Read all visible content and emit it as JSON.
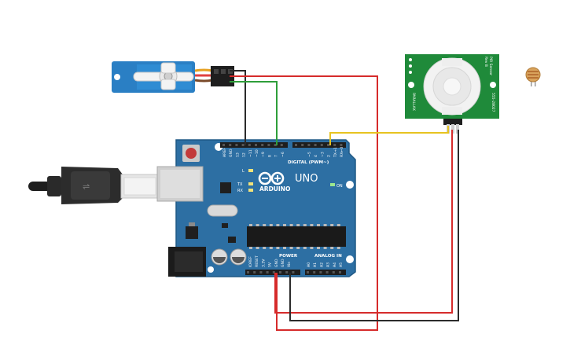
{
  "board": {
    "brand": "ARDUINO",
    "model": "UNO",
    "digital_label": "DIGITAL (PWM~)",
    "power_label": "POWER",
    "analog_label": "ANALOG IN",
    "on_label": "ON",
    "l_label": "L",
    "tx_label": "TX",
    "rx_label": "RX",
    "top_pins": [
      "AREF",
      "GND",
      "13",
      "12",
      "~11",
      "~10",
      "~9",
      "8",
      "7",
      "~6",
      "~5",
      "4",
      "~3",
      "2",
      "TX→1",
      "RX←0"
    ],
    "power_pins": [
      "IOREF",
      "RESET",
      "3.3V",
      "5V",
      "GND",
      "GND",
      "Vin"
    ],
    "analog_pins": [
      "A0",
      "A1",
      "A2",
      "A3",
      "A4",
      "A5"
    ]
  },
  "pir": {
    "label_right_1": "PIR Sensor",
    "label_right_2": "Rev B",
    "label_right_3": "555-28027",
    "label_left": "PARALLAX"
  },
  "colors": {
    "board": "#2d6fa3",
    "board_edge": "#1f5885",
    "pcb_green": "#1f8a3a",
    "servo": "#2a7fc4",
    "wire_red": "#d62b2b",
    "wire_black": "#2b2b2b",
    "wire_green": "#2e9e3a",
    "wire_yellow": "#e7c320"
  }
}
